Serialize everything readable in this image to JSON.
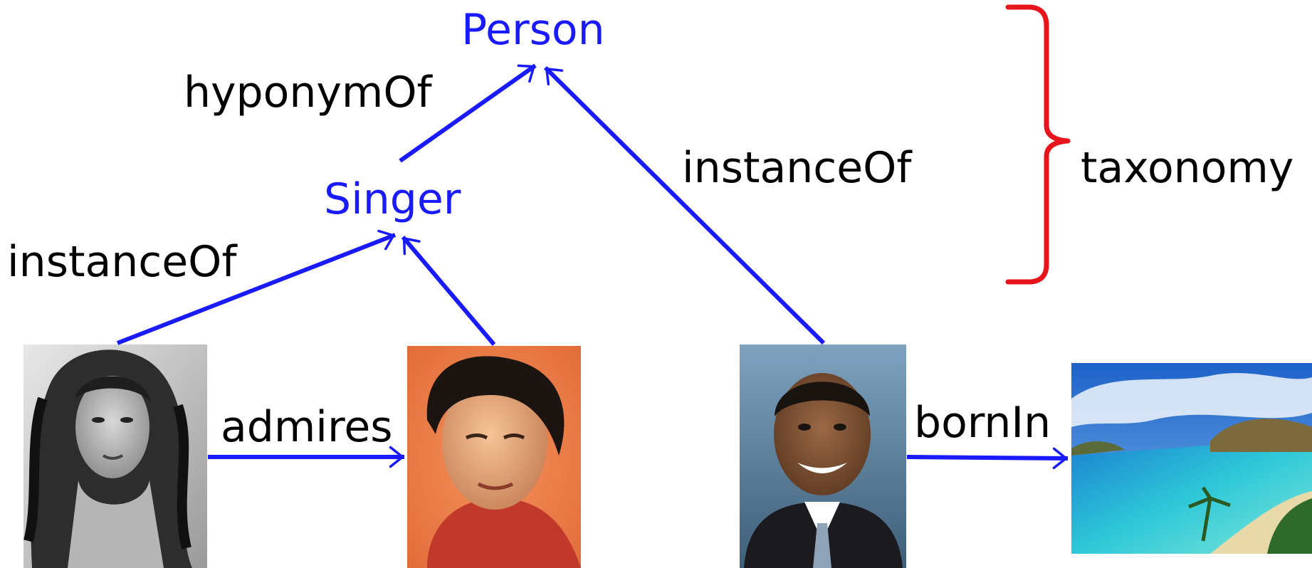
{
  "colors": {
    "node": "#1a1aff",
    "edge": "#1a1aff",
    "brace": "#e8141c",
    "text": "#000000"
  },
  "nodes": {
    "person": "Person",
    "singer": "Singer"
  },
  "edges": {
    "singer_to_person": "hyponymOf",
    "madonna_to_singer": "instanceOf",
    "obama_to_person": "instanceOf",
    "madonna_to_elvis": "admires",
    "obama_to_hawaii": "bornIn"
  },
  "brace_label": "taxonomy",
  "photos": [
    {
      "name": "madonna-photo",
      "icon": "bw-portrait-curly-hair"
    },
    {
      "name": "elvis-photo",
      "icon": "color-portrait-orange-background"
    },
    {
      "name": "obama-photo",
      "icon": "color-portrait-suit"
    },
    {
      "name": "hawaii-photo",
      "icon": "beach-landscape"
    }
  ]
}
